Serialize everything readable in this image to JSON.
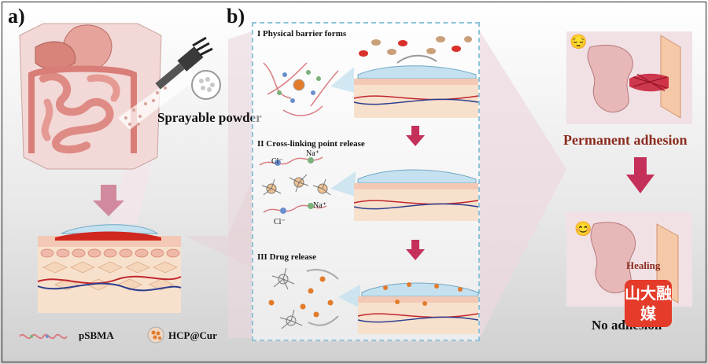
{
  "panels": {
    "a_label": "a)",
    "b_label": "b)"
  },
  "panel_a": {
    "spray_label": "Sprayable powder",
    "legend": [
      {
        "label": "pSBMA",
        "icon": "psbma-wave-icon"
      },
      {
        "label": "HCP@Cur",
        "icon": "hcp-cur-micelle-icon"
      }
    ]
  },
  "panel_b": {
    "stages": [
      {
        "title": "I  Physical barrier forms"
      },
      {
        "title": "II Cross-linking point release",
        "ions": [
          "Na⁺",
          "Cl⁻",
          "Na⁺",
          "Cl⁻"
        ]
      },
      {
        "title": "III  Drug release"
      }
    ]
  },
  "right": {
    "top_label": "Permanent adhesion",
    "bottom_label": "No adhesion",
    "healing_label": "Healing",
    "sad_emoji": "😔",
    "happy_emoji": "😊",
    "logo_text": "山大融媒"
  },
  "colors": {
    "accent_red": "#8b2b1e",
    "arrow_crimson": "#c4305a",
    "dashed_border": "#8fc3d9"
  }
}
